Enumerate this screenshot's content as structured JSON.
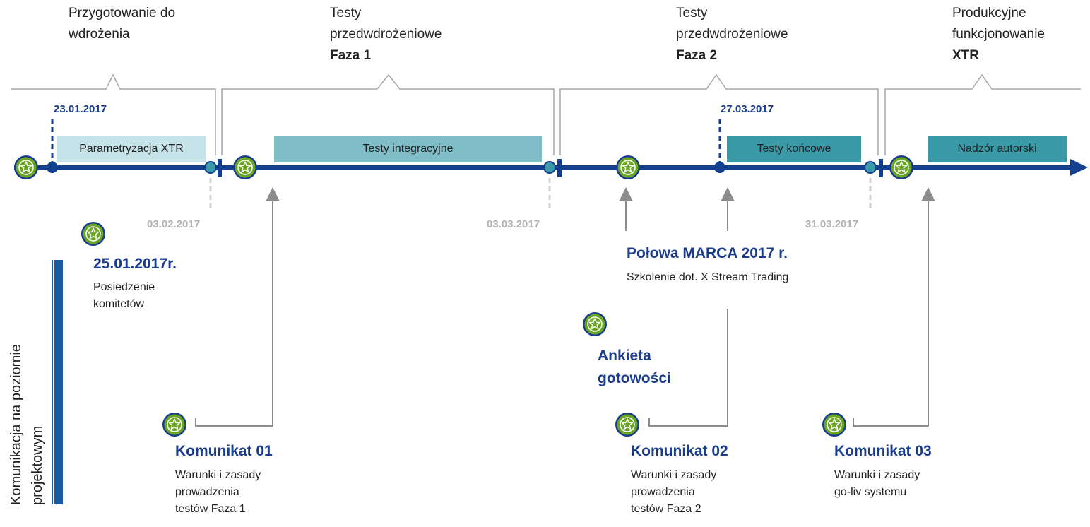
{
  "colors": {
    "timeline": "#133f8f",
    "star_fill": "#6aa624",
    "star_ring": "#1a3c8c",
    "bar_light": "#c6e3ea",
    "bar_mid": "#7fbdc7",
    "bar_dark": "#3a9aa8",
    "bracket": "#a6a6a6",
    "date_blue": "#1a3c8c",
    "date_grey": "#b3b3b3"
  },
  "phases": [
    {
      "line1": "Przygotowanie do",
      "line2": "wdrożenia",
      "line3": ""
    },
    {
      "line1": "Testy",
      "line2": "przedwdrożeniowe",
      "line3": "Faza 1"
    },
    {
      "line1": "Testy",
      "line2": "przedwdrożeniowe",
      "line3": "Faza 2"
    },
    {
      "line1": "Produkcyjne",
      "line2": "funkcjonowanie",
      "line3": "XTR"
    }
  ],
  "dates": {
    "d1": "23.01.2017",
    "d2": "03.02.2017",
    "d3": "03.03.2017",
    "d4": "27.03.2017",
    "d5": "31.03.2017"
  },
  "bars": [
    {
      "label": "Parametryzacja XTR"
    },
    {
      "label": "Testy integracyjne"
    },
    {
      "label": "Testy końcowe"
    },
    {
      "label": "Nadzór autorski"
    }
  ],
  "events": {
    "committee": {
      "title": "25.01.2017r.",
      "line1": "Posiedzenie",
      "line2": "komitetów"
    },
    "training": {
      "title": "Połowa MARCA 2017 r.",
      "text": "Szkolenie dot. X Stream Trading"
    },
    "survey": {
      "line1": "Ankieta",
      "line2": "gotowości"
    },
    "msg1": {
      "title": "Komunikat 01",
      "line1": "Warunki i zasady",
      "line2": "prowadzenia",
      "line3": "testów Faza 1"
    },
    "msg2": {
      "title": "Komunikat 02",
      "line1": "Warunki i zasady",
      "line2": "prowadzenia",
      "line3": "testów Faza 2"
    },
    "msg3": {
      "title": "Komunikat 03",
      "line1": "Warunki i zasady",
      "line2": "go-liv systemu"
    }
  },
  "side_label": {
    "line1": "Komunikacja na poziomie",
    "line2": "projektowym"
  }
}
